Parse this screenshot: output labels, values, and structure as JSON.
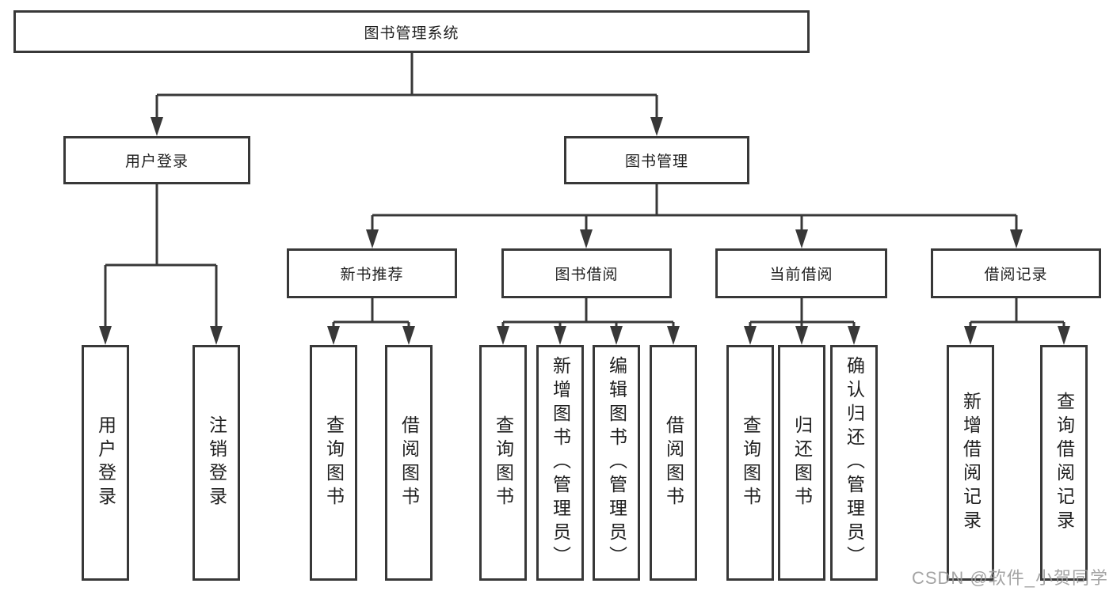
{
  "colors": {
    "line": "#383838",
    "text": "#1f1f1f",
    "background": "#ffffff",
    "watermark": "#9b9b9b"
  },
  "watermark": {
    "text": "CSDN @软件_小贺同学"
  },
  "tree": {
    "root": "图书管理系统",
    "branches": [
      {
        "label": "用户登录",
        "children": [
          "用户登录",
          "注销登录"
        ]
      },
      {
        "label": "图书管理",
        "groups": [
          {
            "label": "新书推荐",
            "children": [
              "查询图书",
              "借阅图书"
            ]
          },
          {
            "label": "图书借阅",
            "children": [
              "查询图书",
              "新增图书（管理员）",
              "编辑图书（管理员）",
              "借阅图书"
            ]
          },
          {
            "label": "当前借阅",
            "children": [
              "查询图书",
              "归还图书",
              "确认归还（管理员）"
            ]
          },
          {
            "label": "借阅记录",
            "children": [
              "新增借阅记录",
              "查询借阅记录"
            ]
          }
        ]
      }
    ]
  }
}
